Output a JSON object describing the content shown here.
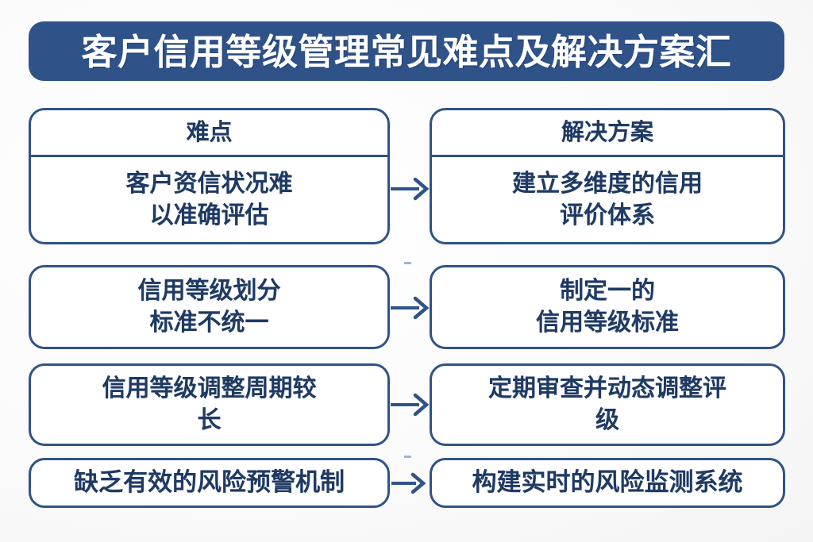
{
  "theme": {
    "background": "#fafafa",
    "brand_blue": "#2f5389",
    "text_blue": "#1f3a63",
    "title_text_color": "#ffffff",
    "box_fill": "#ffffff"
  },
  "header": {
    "title": "客户信用等级管理常见难点及解决方案汇"
  },
  "columns": {
    "left_header": "难点",
    "right_header": "解决方案"
  },
  "chart_data": {
    "type": "table",
    "title": "客户信用等级管理常见难点及解决方案汇",
    "columns": [
      "难点",
      "解决方案"
    ],
    "rows": [
      {
        "problem": "客户资信状况难\n以准确评估",
        "solution": "建立多维度的信用\n评价体系",
        "connector": "arrow-right"
      },
      {
        "problem": "信用等级划分\n标准不统一",
        "solution": "制定一的\n信用等级标准",
        "connector": "arrow-right"
      },
      {
        "problem": "信用等级调整周期较\n长",
        "solution": "定期审查并动态调整评\n级",
        "connector": "arrow-right"
      },
      {
        "problem": "缺乏有效的风险预警机制",
        "solution": "构建实时的风险监测系统",
        "connector": "arrow-right"
      }
    ]
  },
  "rows": [
    {
      "problem": "客户资信状况难\n以准确评估",
      "solution": "建立多维度的信用\n评价体系"
    },
    {
      "problem": "信用等级划分\n标准不统一",
      "solution": "制定一的\n信用等级标准"
    },
    {
      "problem": "信用等级调整周期较\n长",
      "solution": "定期审查并动态调整评\n级"
    },
    {
      "problem": "缺乏有效的风险预警机制",
      "solution": "构建实时的风险监测系统"
    }
  ],
  "icons": {
    "arrow": "arrow-right-icon"
  }
}
